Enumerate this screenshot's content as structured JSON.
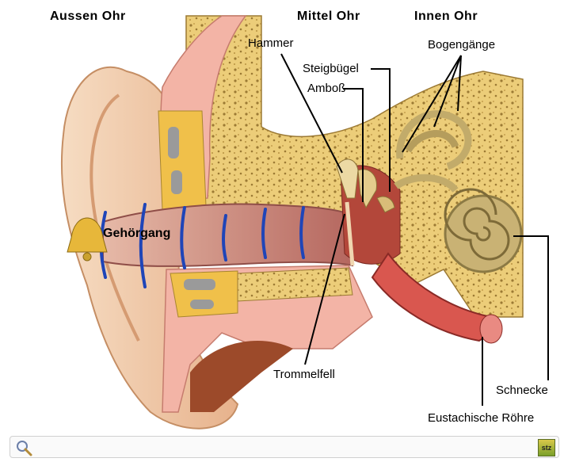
{
  "sections": {
    "outer": "Aussen Ohr",
    "middle": "Mittel Ohr",
    "inner": "Innen Ohr"
  },
  "labels": {
    "hammer": "Hammer",
    "steigbuegel": "Steigbügel",
    "amboss": "Amboß",
    "bogengaenge": "Bogengänge",
    "gehoergang": "Gehörgang",
    "trommelfell": "Trommelfell",
    "schnecke": "Schnecke",
    "eustachische_roehre": "Eustachische Röhre"
  },
  "footer": {
    "search_icon": "magnifier-icon",
    "logo_text": "stz"
  },
  "colors": {
    "skin": "#f1c9a5",
    "canal": "#c98a86",
    "bone": "#e9c468",
    "bone_texture": "#b08a3a",
    "tissue": "#f2b3a8",
    "sound_waves": "#1f45b8",
    "inner_ear": "#c2ab6a",
    "tube": "#d9574f"
  }
}
